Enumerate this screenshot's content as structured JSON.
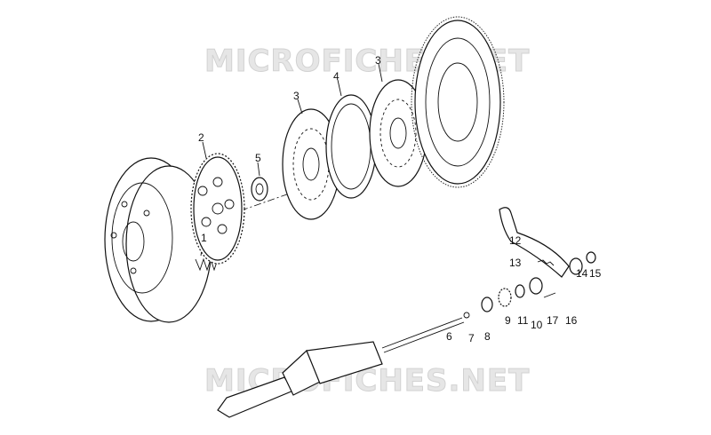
{
  "watermarks": [
    "MICROFICHES.NET",
    "MICROFICHES.NET"
  ],
  "callouts": {
    "p1": "1",
    "p2": "2",
    "p3a": "3",
    "p3b": "3",
    "p4": "4",
    "p5": "5",
    "p6": "6",
    "p7": "7",
    "p8": "8",
    "p9": "9",
    "p10": "10",
    "p11": "11",
    "p12": "12",
    "p13": "13",
    "p14": "14",
    "p15": "15",
    "p16": "16",
    "p17": "17"
  }
}
